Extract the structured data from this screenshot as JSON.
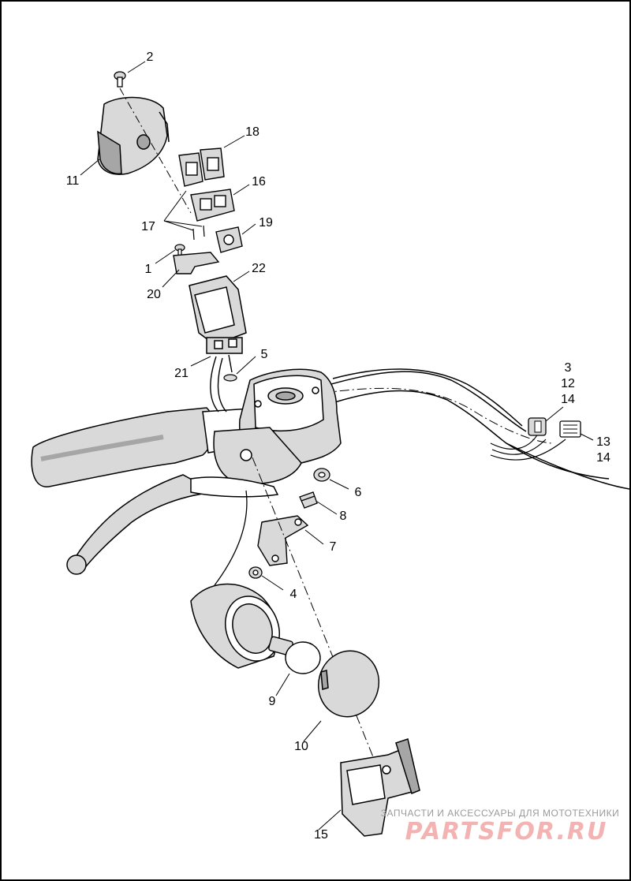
{
  "diagram": {
    "callouts": [
      {
        "id": "c2",
        "text": "2"
      },
      {
        "id": "c11",
        "text": "11"
      },
      {
        "id": "c18",
        "text": "18"
      },
      {
        "id": "c16",
        "text": "16"
      },
      {
        "id": "c17",
        "text": "17"
      },
      {
        "id": "c19",
        "text": "19"
      },
      {
        "id": "c1",
        "text": "1"
      },
      {
        "id": "c20",
        "text": "20"
      },
      {
        "id": "c22",
        "text": "22"
      },
      {
        "id": "c5",
        "text": "5"
      },
      {
        "id": "c21",
        "text": "21"
      },
      {
        "id": "c3",
        "text": "3"
      },
      {
        "id": "c12",
        "text": "12"
      },
      {
        "id": "c14a",
        "text": "14"
      },
      {
        "id": "c13",
        "text": "13"
      },
      {
        "id": "c14b",
        "text": "14"
      },
      {
        "id": "c6",
        "text": "6"
      },
      {
        "id": "c8",
        "text": "8"
      },
      {
        "id": "c7",
        "text": "7"
      },
      {
        "id": "c4",
        "text": "4"
      },
      {
        "id": "c9",
        "text": "9"
      },
      {
        "id": "c10",
        "text": "10"
      },
      {
        "id": "c15",
        "text": "15"
      }
    ]
  },
  "watermark": {
    "line1": "ЗАПЧАСТИ И АКСЕССУАРЫ ДЛЯ МОТОТЕХНИКИ",
    "line2": "PARTSFOR.RU"
  },
  "colors": {
    "line": "#000000",
    "shade": "#d9d9d9",
    "shade_dark": "#a6a6a6",
    "watermark_text": "#f3b3b3"
  }
}
